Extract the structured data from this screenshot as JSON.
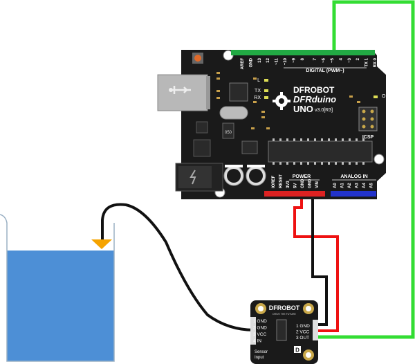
{
  "board": {
    "brand": "DFROBOT",
    "model": "DFRduino",
    "variant": "UNO",
    "version": "v3.0[R3]",
    "digital_header_label": "DIGITAL (PWM~)",
    "digital_pins": [
      "AREF",
      "GND",
      "13",
      "12",
      "~11",
      "~10",
      "~9",
      "8",
      "7",
      "~6",
      "~5",
      "4",
      "~3",
      "2",
      "TX 1",
      "RX 0"
    ],
    "power_label": "POWER",
    "power_pins": [
      "IOREF",
      "RESET",
      "3V3",
      "5V",
      "GND",
      "GND",
      "VIN"
    ],
    "analog_label": "ANALOG IN",
    "analog_pins": [
      "A0",
      "A1",
      "A2",
      "A3",
      "A4",
      "A5"
    ],
    "led_labels": [
      "L",
      "TX",
      "RX"
    ],
    "on_label": "ON",
    "icsp_label": "ICSP",
    "chip_text": "050"
  },
  "sensor": {
    "brand": "DFROBOT",
    "tagline": "DRIVE THE FUTURE",
    "left_pins": [
      "1 GND",
      "2 GND",
      "3 VCC",
      "4 IN"
    ],
    "right_pins": [
      "1 GND",
      "2 VCC",
      "3 OUT"
    ],
    "caption_line1": "Sensor",
    "caption_line2": "Input",
    "corner_mark": "D"
  },
  "colors": {
    "signal_wire": "#33dd33",
    "power_wire": "#ee1111",
    "ground_wire": "#111111",
    "water": "#4d8fd6",
    "sensor_tip": "#f5a300",
    "board": "#1a1a1a",
    "header_green": "#22aa44",
    "header_red": "#dd2222",
    "header_blue": "#2233cc"
  }
}
